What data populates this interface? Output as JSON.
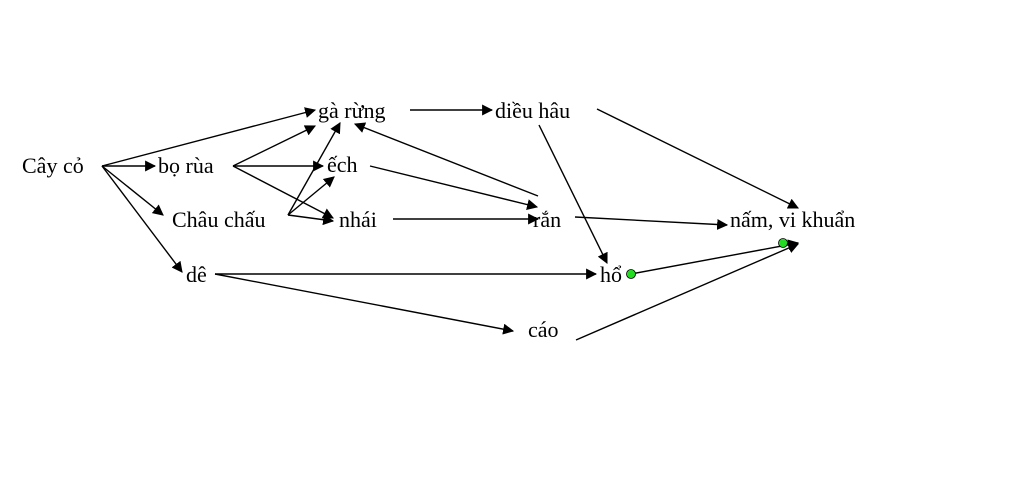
{
  "colors": {
    "edge": "#000000",
    "text": "#000000",
    "marker": "#22dd22"
  },
  "nodes": {
    "cay_co": "Cây cỏ",
    "bo_rua": "bọ rùa",
    "chau_chau": "Châu chấu",
    "de": "dê",
    "ga_rung": "gà rừng",
    "ech": "ếch",
    "nhai": "nhái",
    "dieu_hau": "diều hâu",
    "ran": "rắn",
    "ho": "hổ",
    "cao": "cáo",
    "nam_vi_khuan": "nấm, vi khuẩn"
  },
  "edges": [
    [
      "cay_co",
      "bo_rua"
    ],
    [
      "cay_co",
      "ga_rung"
    ],
    [
      "cay_co",
      "chau_chau"
    ],
    [
      "cay_co",
      "de"
    ],
    [
      "bo_rua",
      "ga_rung"
    ],
    [
      "bo_rua",
      "ech"
    ],
    [
      "bo_rua",
      "nhai"
    ],
    [
      "chau_chau",
      "ga_rung"
    ],
    [
      "chau_chau",
      "ech"
    ],
    [
      "chau_chau",
      "nhai"
    ],
    [
      "ga_rung",
      "dieu_hau"
    ],
    [
      "ech",
      "ran"
    ],
    [
      "nhai",
      "ran"
    ],
    [
      "ran",
      "ga_rung"
    ],
    [
      "dieu_hau",
      "ho"
    ],
    [
      "dieu_hau",
      "nam_vi_khuan"
    ],
    [
      "ran",
      "nam_vi_khuan"
    ],
    [
      "de",
      "ho"
    ],
    [
      "de",
      "cao"
    ],
    [
      "ho",
      "nam_vi_khuan"
    ],
    [
      "cao",
      "nam_vi_khuan"
    ]
  ]
}
